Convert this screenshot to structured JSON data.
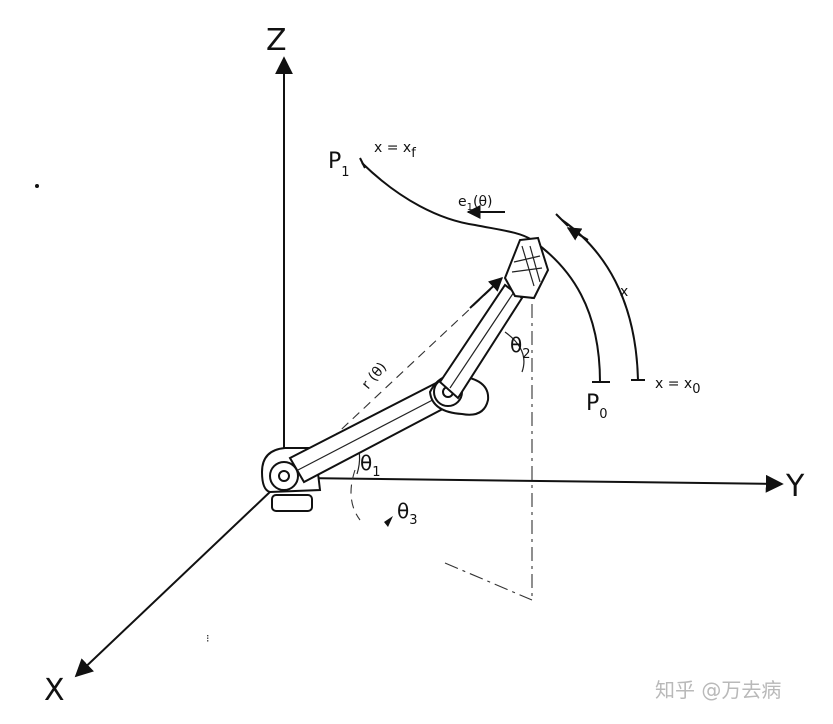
{
  "axes": {
    "z_label": "Z",
    "y_label": "Y",
    "x_label": "X"
  },
  "points": {
    "p1": "P",
    "p1_sub": "1",
    "p0": "P",
    "p0_sub": "0"
  },
  "path_labels": {
    "x_f": "x = x",
    "x_f_sub": "f",
    "x_0": "x = x",
    "x_0_sub": "0",
    "x": "x",
    "e1": "e",
    "e1_sub": "1",
    "e1_arg": "(θ)",
    "r": "r (θ)"
  },
  "angles": {
    "theta1": "θ",
    "theta1_sub": "1",
    "theta2": "θ",
    "theta2_sub": "2",
    "theta3": "θ",
    "theta3_sub": "3"
  },
  "watermark": "知乎 @万去病"
}
